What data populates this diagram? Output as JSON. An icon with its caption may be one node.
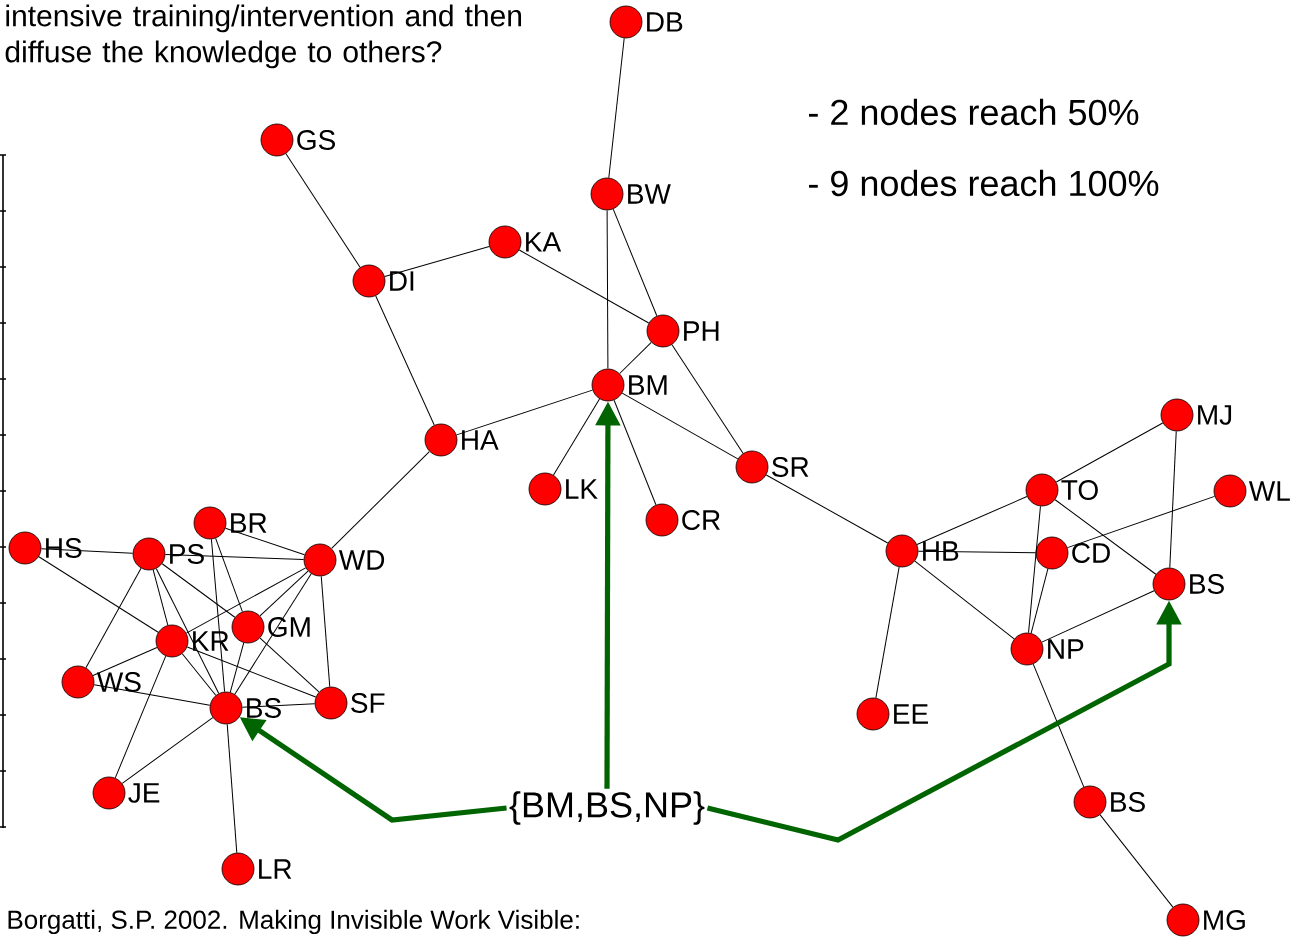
{
  "diagram": {
    "title": "intensive training/intervention and then diffuse the knowledge to others?",
    "nodes": [
      {
        "text": [
          "DB"
        ]
      },
      {
        "text": [
          "GS"
        ]
      },
      {
        "text": [
          "BW"
        ]
      },
      {
        "text": [
          "KA"
        ]
      },
      {
        "text": [
          "DI"
        ]
      },
      {
        "text": [
          "PH"
        ]
      },
      {
        "text": [
          "BM"
        ]
      },
      {
        "text": [
          "HA"
        ]
      },
      {
        "text": [
          "MJ"
        ]
      },
      {
        "text": [
          "SR"
        ]
      },
      {
        "text": [
          "LK"
        ]
      },
      {
        "text": [
          "TO"
        ]
      },
      {
        "text": [
          "WL"
        ]
      },
      {
        "text": [
          "CR"
        ]
      },
      {
        "text": [
          "BR"
        ]
      },
      {
        "text": [
          "HS"
        ]
      },
      {
        "text": [
          "PS"
        ]
      },
      {
        "text": [
          "WD"
        ]
      },
      {
        "text": [
          "HB"
        ]
      },
      {
        "text": [
          "CD"
        ]
      },
      {
        "text": [
          "BS"
        ]
      },
      {
        "text": [
          "GM"
        ]
      },
      {
        "text": [
          "KR"
        ]
      },
      {
        "text": [
          "NP"
        ]
      },
      {
        "text": [
          "WS"
        ]
      },
      {
        "text": [
          "BS"
        ]
      },
      {
        "text": [
          "SF"
        ]
      },
      {
        "text": [
          "EE"
        ]
      },
      {
        "text": [
          "JE"
        ]
      },
      {
        "text": [
          "BS"
        ]
      },
      {
        "text": [
          "LR"
        ]
      },
      {
        "text": [
          "MG"
        ]
      },
      {
        "text": [
          "{BM,BS,NP}"
        ]
      }
    ],
    "edges": [
      {
        "from": 0,
        "to": 2,
        "arrow": "none"
      },
      {
        "from": 2,
        "to": 6,
        "arrow": "none"
      },
      {
        "from": 2,
        "to": 5,
        "arrow": "none"
      },
      {
        "from": 1,
        "to": 4,
        "arrow": "none"
      },
      {
        "from": 4,
        "to": 3,
        "arrow": "none"
      },
      {
        "from": 3,
        "to": 5,
        "arrow": "none"
      },
      {
        "from": 4,
        "to": 7,
        "arrow": "none"
      },
      {
        "from": 5,
        "to": 6,
        "arrow": "none"
      },
      {
        "from": 5,
        "to": 9,
        "arrow": "none"
      },
      {
        "from": 6,
        "to": 7,
        "arrow": "none"
      },
      {
        "from": 6,
        "to": 10,
        "arrow": "none"
      },
      {
        "from": 6,
        "to": 13,
        "arrow": "none"
      },
      {
        "from": 6,
        "to": 9,
        "arrow": "none"
      },
      {
        "from": 7,
        "to": 17,
        "arrow": "none"
      },
      {
        "from": 9,
        "to": 18,
        "arrow": "none"
      },
      {
        "from": 18,
        "to": 11,
        "arrow": "none"
      },
      {
        "from": 18,
        "to": 19,
        "arrow": "none"
      },
      {
        "from": 18,
        "to": 23,
        "arrow": "none"
      },
      {
        "from": 18,
        "to": 27,
        "arrow": "none"
      },
      {
        "from": 11,
        "to": 8,
        "arrow": "none"
      },
      {
        "from": 11,
        "to": 20,
        "arrow": "none"
      },
      {
        "from": 11,
        "to": 23,
        "arrow": "none"
      },
      {
        "from": 19,
        "to": 23,
        "arrow": "none"
      },
      {
        "from": 12,
        "to": 19,
        "arrow": "none"
      },
      {
        "from": 8,
        "to": 20,
        "arrow": "none"
      },
      {
        "from": 23,
        "to": 20,
        "arrow": "none"
      },
      {
        "from": 23,
        "to": 29,
        "arrow": "none"
      },
      {
        "from": 29,
        "to": 31,
        "arrow": "none"
      },
      {
        "from": 15,
        "to": 16,
        "arrow": "none"
      },
      {
        "from": 15,
        "to": 22,
        "arrow": "none"
      },
      {
        "from": 16,
        "to": 17,
        "arrow": "none"
      },
      {
        "from": 16,
        "to": 24,
        "arrow": "none"
      },
      {
        "from": 16,
        "to": 22,
        "arrow": "none"
      },
      {
        "from": 16,
        "to": 25,
        "arrow": "none"
      },
      {
        "from": 16,
        "to": 21,
        "arrow": "none"
      },
      {
        "from": 14,
        "to": 17,
        "arrow": "none"
      },
      {
        "from": 14,
        "to": 21,
        "arrow": "none"
      },
      {
        "from": 14,
        "to": 25,
        "arrow": "none"
      },
      {
        "from": 17,
        "to": 22,
        "arrow": "none"
      },
      {
        "from": 17,
        "to": 21,
        "arrow": "none"
      },
      {
        "from": 17,
        "to": 25,
        "arrow": "none"
      },
      {
        "from": 17,
        "to": 26,
        "arrow": "none"
      },
      {
        "from": 21,
        "to": 25,
        "arrow": "none"
      },
      {
        "from": 21,
        "to": 26,
        "arrow": "none"
      },
      {
        "from": 22,
        "to": 25,
        "arrow": "none"
      },
      {
        "from": 22,
        "to": 26,
        "arrow": "none"
      },
      {
        "from": 22,
        "to": 24,
        "arrow": "none"
      },
      {
        "from": 22,
        "to": 28,
        "arrow": "none"
      },
      {
        "from": 24,
        "to": 25,
        "arrow": "none"
      },
      {
        "from": 25,
        "to": 28,
        "arrow": "none"
      },
      {
        "from": 25,
        "to": 26,
        "arrow": "none"
      },
      {
        "from": 25,
        "to": 30,
        "arrow": "none"
      },
      {
        "from": 32,
        "to": 6,
        "arrow": "to",
        "style": "thick",
        "color": "#006400"
      },
      {
        "from": 32,
        "to": 25,
        "arrow": "to",
        "style": "thick",
        "color": "#006400"
      },
      {
        "from": 32,
        "to": 20,
        "arrow": "to",
        "style": "thick",
        "color": "#006400"
      }
    ],
    "labels": [
      "- 2 nodes reach 50%",
      "- 9 nodes reach 100%",
      "Borgatti, S.P. 2002. Making Invisible Work Visible:"
    ]
  }
}
